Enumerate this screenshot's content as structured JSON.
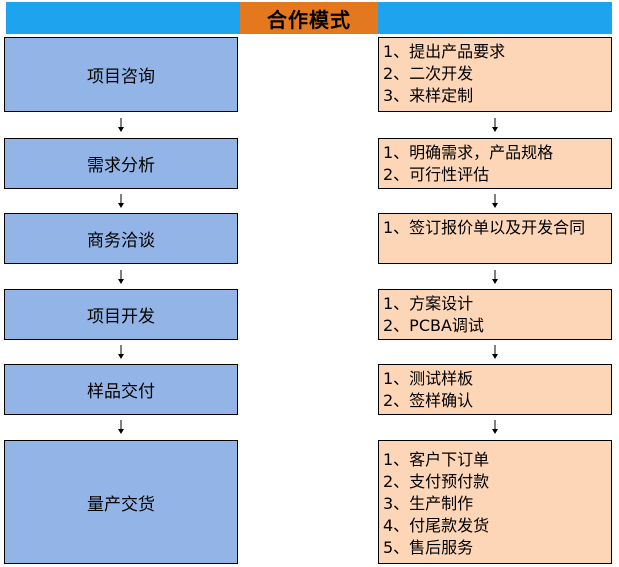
{
  "header": {
    "title": "合作模式"
  },
  "stages": [
    {
      "label": "项目咨询",
      "details": [
        "1、提出产品要求",
        "2、二次开发",
        "3、来样定制"
      ]
    },
    {
      "label": "需求分析",
      "details": [
        "1、明确需求，产品规格",
        "2、可行性评估"
      ]
    },
    {
      "label": "商务洽谈",
      "details": [
        "1、签订报价单以及开发合同"
      ]
    },
    {
      "label": "项目开发",
      "details": [
        "1、方案设计",
        "2、PCBA调试"
      ]
    },
    {
      "label": "样品交付",
      "details": [
        "1、测试样板",
        "2、签样确认"
      ]
    },
    {
      "label": "量产交货",
      "details": [
        "1、客户下订单",
        "2、支付预付款",
        "3、生产制作",
        "4、付尾款发货",
        "5、售后服务"
      ]
    }
  ],
  "colors": {
    "header_band": "#1ea4ee",
    "header_title_bg": "#e3781e",
    "stage_bg": "#92b4e6",
    "detail_bg": "#fcd6b6"
  }
}
